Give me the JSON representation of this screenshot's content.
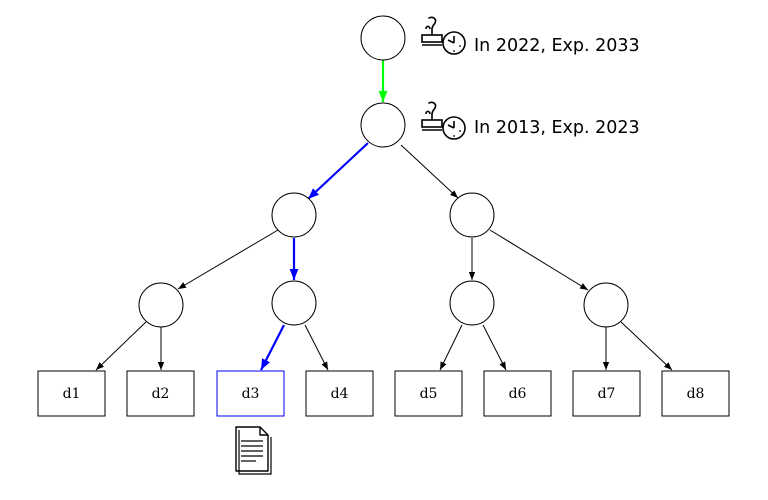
{
  "stamps": [
    {
      "text": "In 2022, Exp. 2033",
      "icon": "stamp-clock-icon"
    },
    {
      "text": "In 2013, Exp. 2023",
      "icon": "stamp-clock-icon"
    }
  ],
  "leaves": [
    "d1",
    "d2",
    "d3",
    "d4",
    "d5",
    "d6",
    "d7",
    "d8"
  ],
  "highlighted_leaf": "d3",
  "document_icon": "document-icon",
  "colors": {
    "default_edge": "#000000",
    "highlight_path": "#0000ff",
    "timestamp_edge": "#00ff00"
  }
}
